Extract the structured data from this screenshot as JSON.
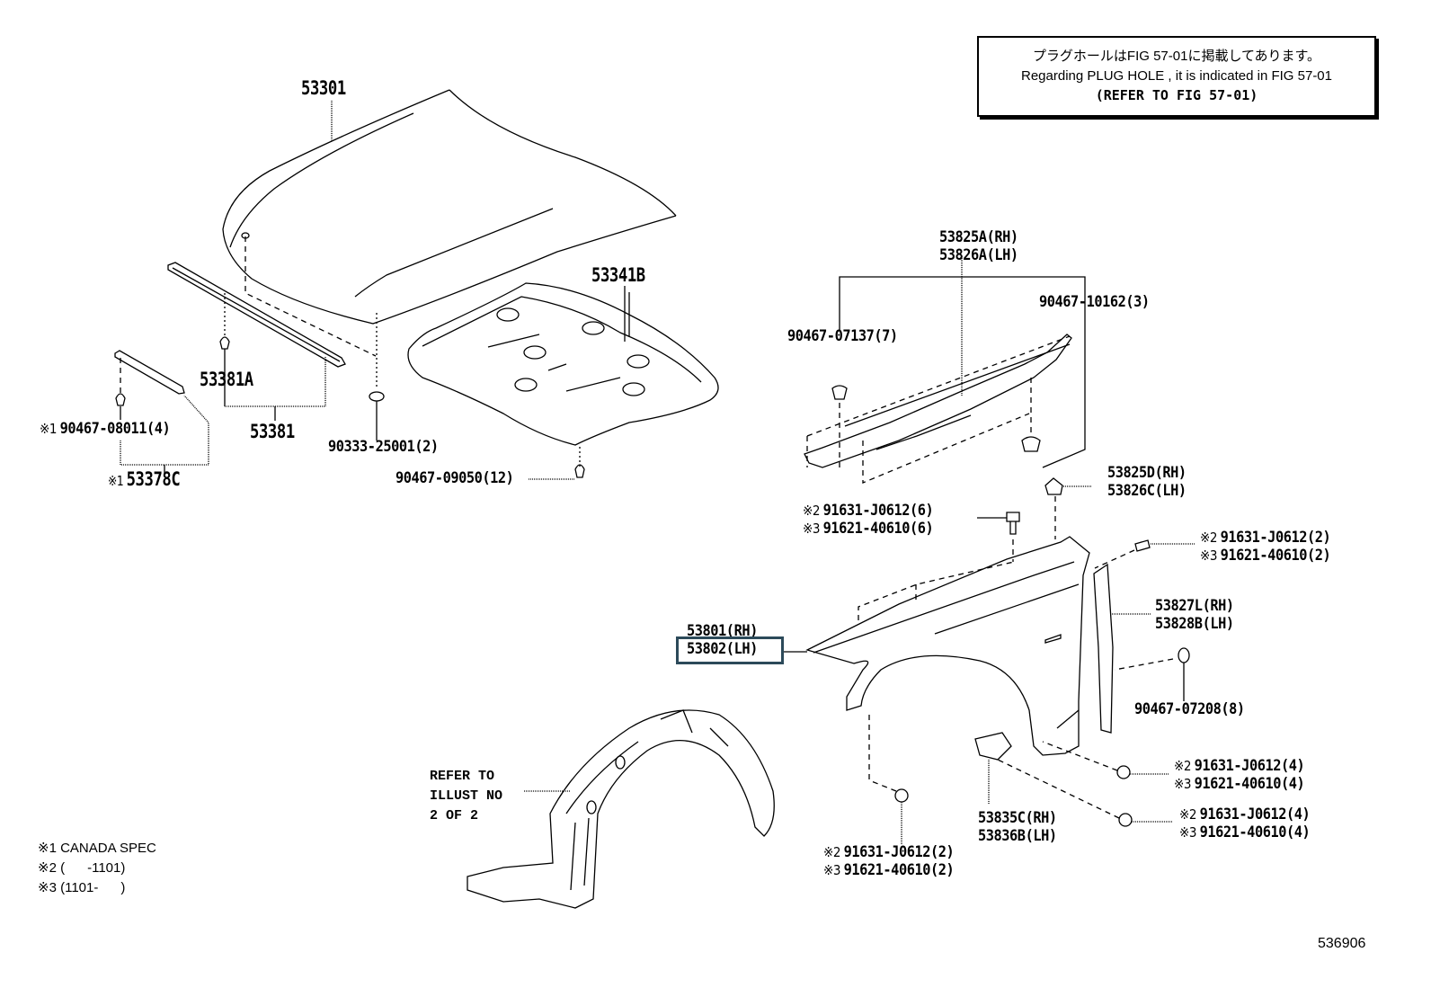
{
  "diagram": {
    "title_id": "536906",
    "note_box": {
      "line1": "プラグホールはFIG 57-01に掲載してあります。",
      "line2": "Regarding PLUG HOLE , it is indicated in FIG 57-01",
      "line3": "(REFER TO FIG 57-01)"
    },
    "legend": [
      {
        "mark": "※1",
        "text": "CANADA SPEC"
      },
      {
        "mark": "※2",
        "text": "(      -1101)"
      },
      {
        "mark": "※3",
        "text": "(1101-      )"
      }
    ],
    "refer_note": [
      "REFER TO",
      "ILLUST NO",
      "2 OF 2"
    ],
    "highlight_color": "#2c4a5a",
    "parts": {
      "hood": "53301",
      "hood_insulator": "53341B",
      "seal_a": "53381A",
      "seal": "53381",
      "seal_c": "53378C",
      "clip_08011": "90467-08011(4)",
      "cushion_25001": "90333-25001(2)",
      "clip_09050": "90467-09050(12)",
      "fender_seal_rh": "53825A(RH)",
      "fender_seal_lh": "53826A(LH)",
      "clip_07137": "90467-07137(7)",
      "clip_10162": "90467-10162(3)",
      "cushion_rh": "53825D(RH)",
      "cushion_lh": "53826C(LH)",
      "fender_rh": "53801(RH)",
      "fender_lh": "53802(LH)",
      "protector_rh": "53827L(RH)",
      "protector_lh": "53828B(LH)",
      "clip_07208": "90467-07208(8)",
      "bracket_rh": "53835C(RH)",
      "bracket_lh": "53836B(LH)"
    },
    "bolts": {
      "top": [
        {
          "mark": "※2",
          "part": "91631-J0612(6)"
        },
        {
          "mark": "※3",
          "part": "91621-40610(6)"
        }
      ],
      "right_top": [
        {
          "mark": "※2",
          "part": "91631-J0612(2)"
        },
        {
          "mark": "※3",
          "part": "91621-40610(2)"
        }
      ],
      "right_mid": [
        {
          "mark": "※2",
          "part": "91631-J0612(4)"
        },
        {
          "mark": "※3",
          "part": "91621-40610(4)"
        }
      ],
      "right_low": [
        {
          "mark": "※2",
          "part": "91631-J0612(4)"
        },
        {
          "mark": "※3",
          "part": "91621-40610(4)"
        }
      ],
      "bottom": [
        {
          "mark": "※2",
          "part": "91631-J0612(2)"
        },
        {
          "mark": "※3",
          "part": "91621-40610(2)"
        }
      ]
    },
    "markers": {
      "canada": "※1"
    }
  }
}
